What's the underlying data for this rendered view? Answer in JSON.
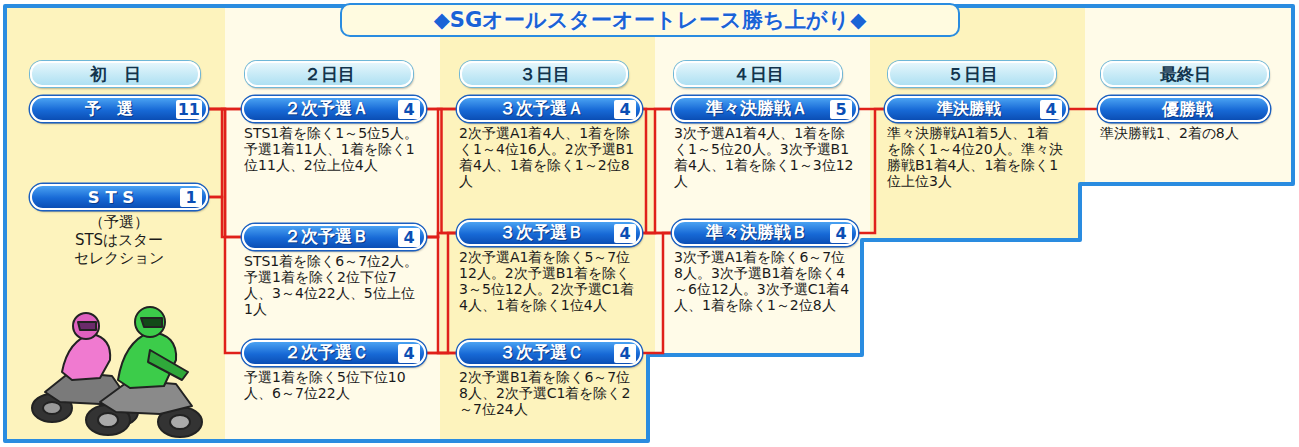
{
  "diagram": {
    "title": "◆SGオールスターオートレース勝ち上がり◆",
    "nodes": [
      {
        "text": [
          "初　日"
        ]
      },
      {
        "text": [
          "２日目"
        ]
      },
      {
        "text": [
          "３日目"
        ]
      },
      {
        "text": [
          "４日目"
        ]
      },
      {
        "text": [
          "５日目"
        ]
      },
      {
        "text": [
          "最終日"
        ]
      },
      {
        "text": [
          "予　選",
          "11"
        ]
      },
      {
        "text": [
          "S T S",
          "1"
        ]
      },
      {
        "text": [
          "２次予選Ａ",
          "4"
        ]
      },
      {
        "text": [
          "２次予選Ｂ",
          "4"
        ]
      },
      {
        "text": [
          "２次予選Ｃ",
          "4"
        ]
      },
      {
        "text": [
          "３次予選Ａ",
          "4"
        ]
      },
      {
        "text": [
          "３次予選Ｂ",
          "4"
        ]
      },
      {
        "text": [
          "３次予選Ｃ",
          "4"
        ]
      },
      {
        "text": [
          "準々決勝戦Ａ",
          "5"
        ]
      },
      {
        "text": [
          "準々決勝戦Ｂ",
          "4"
        ]
      },
      {
        "text": [
          "準決勝戦",
          "4"
        ]
      },
      {
        "text": [
          "優勝戦"
        ]
      }
    ],
    "edges": [
      {
        "from": 6,
        "to": 8,
        "arrow": "none"
      },
      {
        "from": 6,
        "to": 9,
        "arrow": "none"
      },
      {
        "from": 6,
        "to": 10,
        "arrow": "none"
      },
      {
        "from": 7,
        "to": 8,
        "arrow": "none"
      },
      {
        "from": 7,
        "to": 9,
        "arrow": "none"
      },
      {
        "from": 8,
        "to": 11,
        "arrow": "none"
      },
      {
        "from": 8,
        "to": 12,
        "arrow": "none"
      },
      {
        "from": 9,
        "to": 11,
        "arrow": "none"
      },
      {
        "from": 9,
        "to": 12,
        "arrow": "none"
      },
      {
        "from": 9,
        "to": 13,
        "arrow": "none"
      },
      {
        "from": 10,
        "to": 12,
        "arrow": "none"
      },
      {
        "from": 10,
        "to": 13,
        "arrow": "none"
      },
      {
        "from": 11,
        "to": 14,
        "arrow": "none"
      },
      {
        "from": 11,
        "to": 15,
        "arrow": "none"
      },
      {
        "from": 12,
        "to": 14,
        "arrow": "none"
      },
      {
        "from": 12,
        "to": 15,
        "arrow": "none"
      },
      {
        "from": 13,
        "to": 15,
        "arrow": "none"
      },
      {
        "from": 14,
        "to": 16,
        "arrow": "none"
      },
      {
        "from": 15,
        "to": 16,
        "arrow": "none"
      },
      {
        "from": 16,
        "to": 17,
        "arrow": "none"
      }
    ],
    "labels": [
      "（予選） STSはスター セレクション",
      "STS1着を除く1～5位5人。予選1着11人、1着を除く1位11人、2位上位4人",
      "STS1着を除く6～7位2人。予選1着を除く2位下位7人、3～4位22人、5位上位1人",
      "予選1着を除く5位下位10人、6～7位22人",
      "2次予選A1着4人、1着を除く1～4位16人。2次予選B1着4人、1着を除く1～2位8人",
      "2次予選A1着を除く5～7位12人。2次予選B1着を除く3～5位12人。2次予選C1着4人、1着を除く1位4人",
      "2次予選B1着を除く6～7位8人、2次予選C1着を除く2～7位24人",
      "3次予選A1着4人、1着を除く1～5位20人。3次予選B1着4人、1着を除く1～3位12人",
      "3次予選A1着を除く6～7位8人。3次予選B1着を除く4～6位12人。3次予選C1着4人、1着を除く1～2位8人",
      "準々決勝戦A1着5人、1着を除く1～4位20人。準々決勝戦B1着4人、1着を除く1位上位3人",
      "準決勝戦1、2着の8人"
    ]
  }
}
